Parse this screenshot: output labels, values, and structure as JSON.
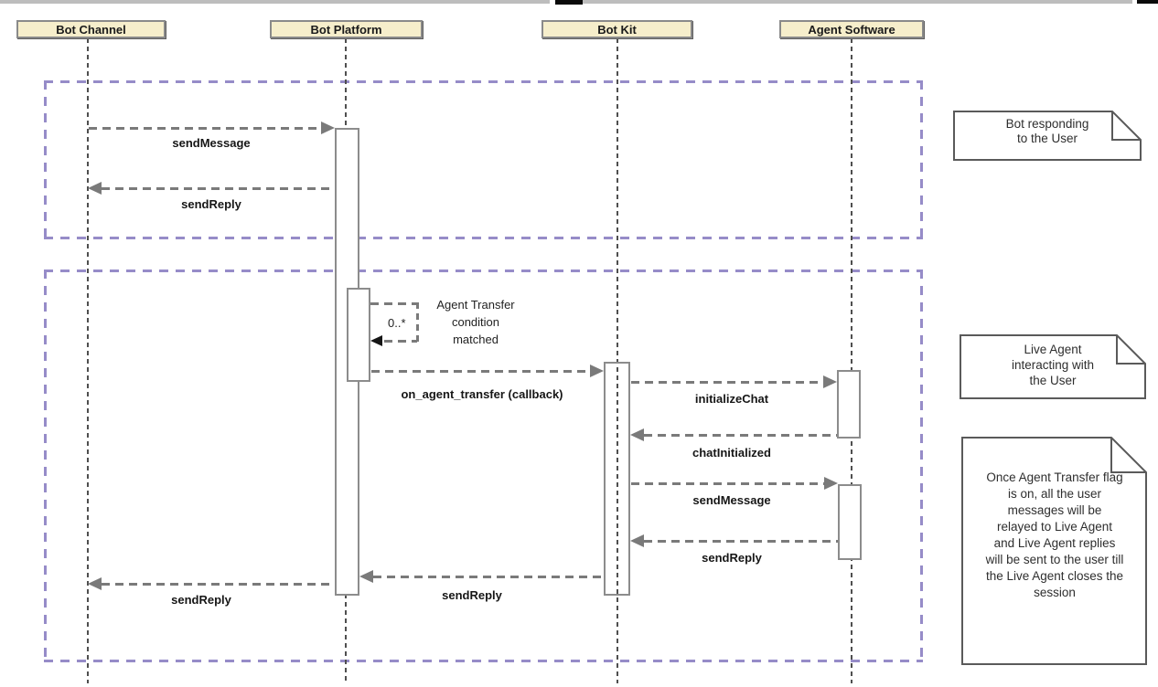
{
  "actors": [
    {
      "label": "Bot Channel"
    },
    {
      "label": "Bot Platform"
    },
    {
      "label": "Bot Kit"
    },
    {
      "label": "Agent Software"
    }
  ],
  "messages": [
    {
      "label": "sendMessage",
      "from": "Bot Channel",
      "to": "Bot Platform"
    },
    {
      "label": "sendReply",
      "from": "Bot Platform",
      "to": "Bot Channel"
    },
    {
      "label": "on_agent_transfer (callback)",
      "from": "Bot Platform",
      "to": "Bot Kit"
    },
    {
      "label": "initializeChat",
      "from": "Bot Kit",
      "to": "Agent Software"
    },
    {
      "label": "chatInitialized",
      "from": "Agent Software",
      "to": "Bot Kit"
    },
    {
      "label": "sendMessage",
      "from": "Bot Kit",
      "to": "Agent Software"
    },
    {
      "label": "sendReply",
      "from": "Agent Software",
      "to": "Bot Kit"
    },
    {
      "label": "sendReply",
      "from": "Bot Kit",
      "to": "Bot Platform"
    },
    {
      "label": "sendReply",
      "from": "Bot Platform",
      "to": "Bot Channel"
    }
  ],
  "self_message": {
    "multiplicity": "0..*",
    "text": "Agent Transfer\ncondition\nmatched",
    "from": "Bot Platform",
    "to": "Bot Platform"
  },
  "notes": [
    {
      "text": "Bot responding\nto the User"
    },
    {
      "text": "Live Agent\ninteracting with\nthe User"
    },
    {
      "text": "Once Agent Transfer flag\nis on, all the user\nmessages will be\nrelayed to Live Agent\nand Live Agent replies\nwill be sent to the user till\nthe Live Agent closes the\nsession"
    }
  ],
  "colors": {
    "actor_fill": "#F6EECB",
    "actor_border": "#8A8A8A",
    "fragment_dash": "#968CC8",
    "arrow": "#7A7A7A",
    "self_arrowhead": "#161616",
    "lifeline": "#4F4F4F",
    "note_border": "#5A5A5A",
    "label_text": "#161616",
    "top_bar": "#BDBDBD"
  }
}
